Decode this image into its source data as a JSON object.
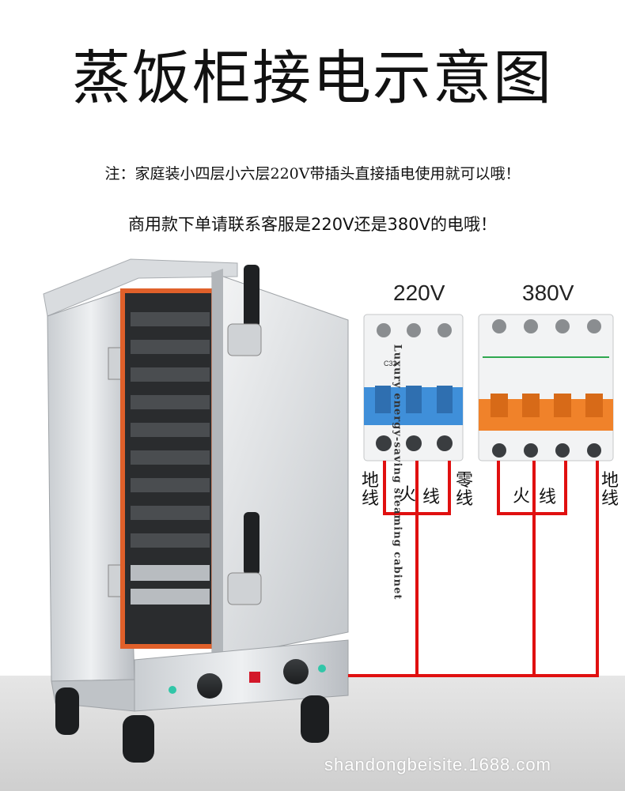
{
  "title": "蒸饭柜接电示意图",
  "note_line1": "注：家庭装小四层小六层220V带插头直接插电使用就可以哦！",
  "note_line2": "商用款下单请联系客服是220V还是380V的电哦！",
  "breakers": {
    "b220": {
      "label": "220V",
      "model": "C32"
    },
    "b380": {
      "label": "380V"
    }
  },
  "wire_labels": {
    "ground_left": "地\n线",
    "live_220_a": "火",
    "live_220_b": "线",
    "neutral": "零\n线",
    "live_380_a": "火",
    "live_380_b": "线",
    "ground_right": "地\n线"
  },
  "cabinet_door_text": "Luxury energy-saving steaming cabinet",
  "watermark": "shandongbeisite.1688.com",
  "colors": {
    "wire": "#e01010",
    "breaker_blue": "#3f8fd9",
    "breaker_orange": "#f0822a",
    "gasket": "#e0602a"
  }
}
